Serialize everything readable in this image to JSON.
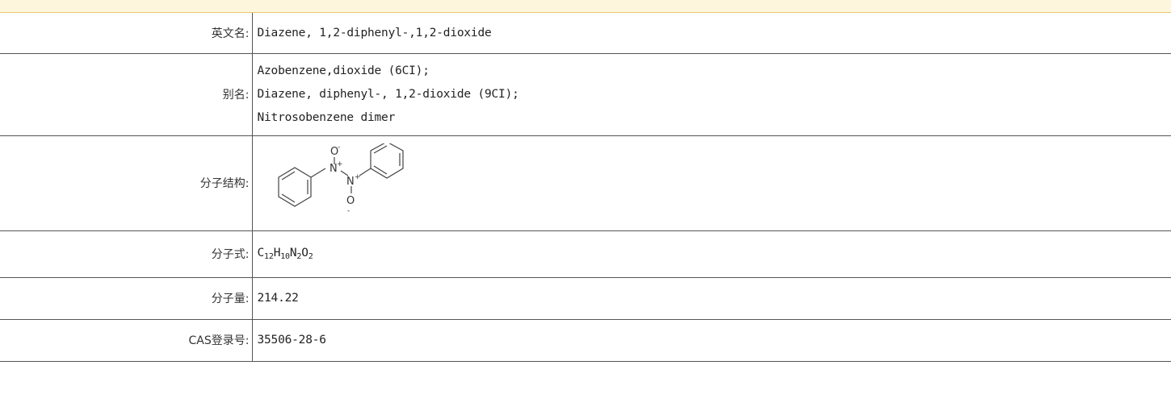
{
  "rows": {
    "english_name": {
      "label": "英文名:",
      "value": "Diazene, 1,2-diphenyl-,1,2-dioxide"
    },
    "aliases": {
      "label": "别名:",
      "values": [
        "Azobenzene,dioxide (6CI);",
        "Diazene, diphenyl-, 1,2-dioxide (9CI);",
        "Nitrosobenzene dimer"
      ]
    },
    "structure": {
      "label": "分子结构:",
      "atom_labels": {
        "oxygen_top": "O",
        "oxygen_top_charge": "-",
        "nitrogen_left": "N",
        "nitrogen_left_charge": "+",
        "nitrogen_right": "N",
        "nitrogen_right_charge": "+",
        "oxygen_bottom": "O",
        "oxygen_bottom_charge": "-"
      }
    },
    "formula": {
      "label": "分子式:",
      "parts": [
        {
          "element": "C",
          "count": "12"
        },
        {
          "element": "H",
          "count": "10"
        },
        {
          "element": "N",
          "count": "2"
        },
        {
          "element": "O",
          "count": "2"
        }
      ]
    },
    "molecular_weight": {
      "label": "分子量:",
      "value": "214.22"
    },
    "cas": {
      "label": "CAS登录号:",
      "value": "35506-28-6"
    }
  },
  "colors": {
    "top_band": "#fdf6dd",
    "top_band_border": "#e8c66a",
    "border": "#555555"
  }
}
